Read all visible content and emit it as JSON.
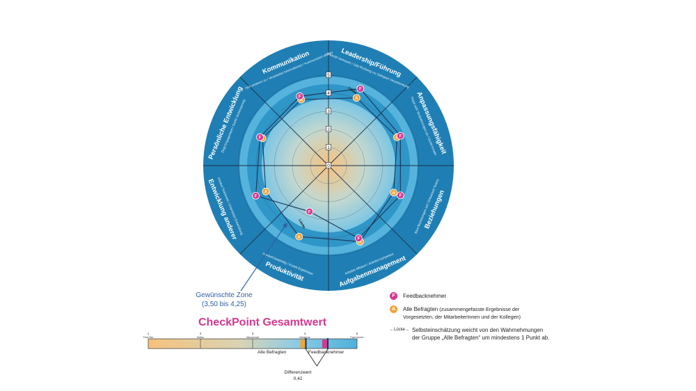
{
  "chart_data": {
    "type": "radar",
    "scale_ticks": [
      "0",
      "1",
      "2",
      "3",
      "4",
      "5"
    ],
    "desired_zone": [
      3.5,
      4.25
    ],
    "axes": [
      {
        "title": "Leadership/Führung",
        "subtitle": "Erweckt Vertrauen / Gibt Richtung vor Delegiert Verantwortung",
        "F": 4.6,
        "A": 4.05
      },
      {
        "title": "Anpassungsfähigkeit",
        "subtitle": "Passt sich Veränderungen an / Denkt kreativ",
        "F": 4.3,
        "A": 4.1
      },
      {
        "title": "Beziehungen",
        "subtitle": "Baut Beziehungen auf / Entwickelt Teams",
        "F": 4.3,
        "A": 3.9
      },
      {
        "title": "Aufgabenmanagement",
        "subtitle": "Arbeitet effizient / Arbeitet kompetent",
        "F": 4.35,
        "A": 4.55
      },
      {
        "title": "Produktivität",
        "subtitle": "Handelt beständig / Erzielt Ergebnisse",
        "F": 2.75,
        "A": 4.25
      },
      {
        "title": "Entwicklung anderer",
        "subtitle": "Fördert Teamwork / Unterstützt Entwicklung",
        "F": 4.35,
        "A": 3.75
      },
      {
        "title": "Persönliche Entwicklung",
        "subtitle": "Zeigt Engagement / Sucht Verbesserung",
        "F": 4.1,
        "A": 3.95
      },
      {
        "title": "Kommunikation",
        "subtitle": "Hört anderen zu / Verarbeitet Informationen / Kommuniziert effektiv",
        "F": 4.15,
        "A": 3.95
      }
    ],
    "gap_label": "Lücke"
  },
  "zone_note": {
    "line1": "Gewünschte Zone",
    "line2": "(3,50 bis 4,25)"
  },
  "summary": {
    "title": "CheckPoint Gesamtwert",
    "scale": [
      {
        "n": "1",
        "label": "Fast Nie"
      },
      {
        "n": "2",
        "label": "Selten"
      },
      {
        "n": "3",
        "label": "Manchmal"
      },
      {
        "n": "4",
        "label": "Meistens"
      },
      {
        "n": "5",
        "label": "Fast Immer"
      }
    ],
    "alle_befragten_value": 4.02,
    "feedbacknehmer_value": 4.44,
    "alle_label": "Alle Befragten",
    "feedback_label": "Feedbacknehmer",
    "diff_label": "Differenzwert",
    "diff_value": "0,42"
  },
  "legend": {
    "f_badge": "F",
    "a_badge": "A",
    "f_text": "Feedbacknehmer",
    "a_text_main": "Alle Befragten",
    "a_text_sub": "(zusammengefasste Ergebnisse der Vorgesetzten, der MitarbeiterInnen und der Kollegen)",
    "gap_text": "Lücke",
    "gap_desc": "Selbsteinschätzung weicht von den Wahrnehmungen der Gruppe „Alle Befragten“ um mindestens 1 Punkt ab."
  },
  "colors": {
    "outer_ring": "#1f7fb4",
    "mid_ring": "#56b3dc",
    "band_ring": "#3aa3d2",
    "center": "#f5c986",
    "feedback": "#d6388f",
    "alle": "#f2a33a",
    "line": "#1d3557"
  }
}
